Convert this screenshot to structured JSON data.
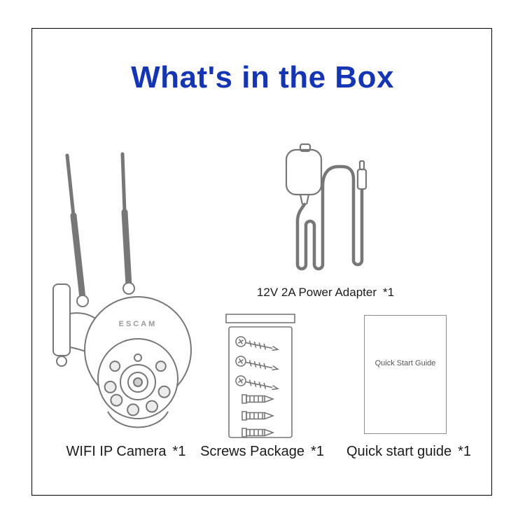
{
  "title": "What's in the Box",
  "colors": {
    "title_blue": "#1535b2",
    "line_gray": "#777777",
    "frame_black": "#000000"
  },
  "items": {
    "camera": {
      "label": "WIFI IP Camera",
      "qty": "*1",
      "brand": "ESCAM"
    },
    "adapter": {
      "label": "12V 2A Power Adapter",
      "qty": "*1"
    },
    "screws": {
      "label": "Screws Package",
      "qty": "*1"
    },
    "guide": {
      "label": "Quick start guide",
      "qty": "*1",
      "cover_text": "Quick Start Guide"
    }
  }
}
